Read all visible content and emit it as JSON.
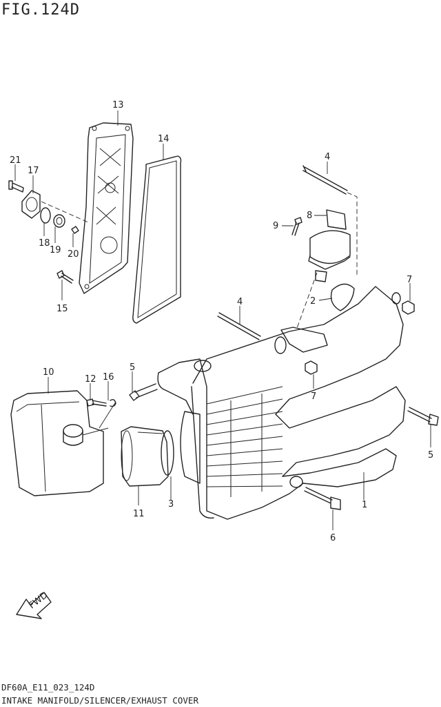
{
  "figure_title": "FIG.124D",
  "callouts": {
    "c1": "1",
    "c2": "2",
    "c3": "3",
    "c4a": "4",
    "c4b": "4",
    "c5a": "5",
    "c5b": "5",
    "c6": "6",
    "c7a": "7",
    "c7b": "7",
    "c8": "8",
    "c9": "9",
    "c10": "10",
    "c11": "11",
    "c12": "12",
    "c13": "13",
    "c14": "14",
    "c15": "15",
    "c16": "16",
    "c17": "17",
    "c18": "18",
    "c19": "19",
    "c20": "20",
    "c21": "21"
  },
  "fwd_label": "FWD",
  "footer": {
    "code": "DF60A_E11_023_124D",
    "caption": "INTAKE MANIFOLD/SILENCER/EXHAUST COVER"
  }
}
